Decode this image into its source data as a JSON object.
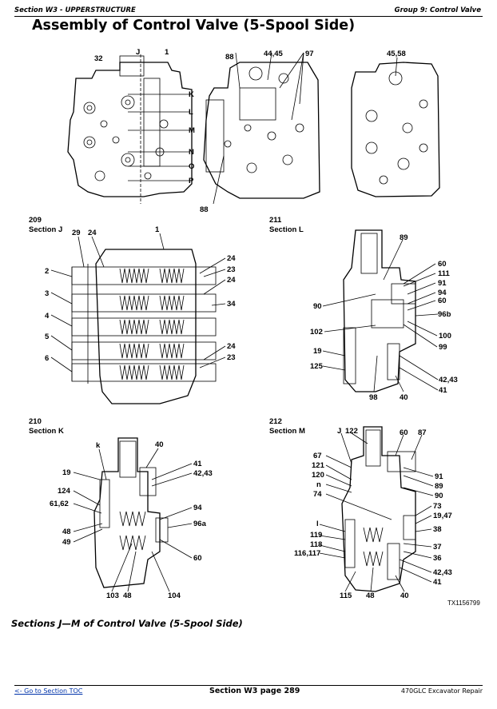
{
  "header": {
    "left": "Section W3 - UPPERSTRUCTURE",
    "right": "Group 9: Control Valve"
  },
  "title": "Assembly of Control Valve (5-Spool Side)",
  "figure": {
    "callouts": {
      "c32": "32",
      "cJ": "J",
      "c1": "1",
      "c88a": "88",
      "c4445": "44,45",
      "c97": "97",
      "c4558": "45,58",
      "cK": "K",
      "cL": "L",
      "cM": "M",
      "cN": "N",
      "cO": "O",
      "cP": "P",
      "c88b": "88",
      "s209": "209",
      "s211": "211",
      "s210": "210",
      "s212": "212"
    },
    "sections": {
      "j": "Section J",
      "l": "Section L",
      "k": "Section K",
      "m": "Section M"
    },
    "j_labels": [
      "29",
      "24",
      "1",
      "2",
      "3",
      "4",
      "5",
      "6",
      "24",
      "23",
      "24",
      "34",
      "24",
      "23"
    ],
    "l_labels": [
      "89",
      "60",
      "111",
      "91",
      "94",
      "60",
      "96b",
      "90",
      "102",
      "100",
      "99",
      "19",
      "125",
      "42,43",
      "41",
      "98",
      "40"
    ],
    "k_labels": [
      "k",
      "40",
      "19",
      "124",
      "61,62",
      "48",
      "49",
      "41",
      "42,43",
      "94",
      "96a",
      "60",
      "103",
      "48",
      "104"
    ],
    "m_labels": [
      "J",
      "122",
      "60",
      "87",
      "67",
      "121",
      "120",
      "n",
      "74",
      "91",
      "89",
      "90",
      "73",
      "19,47",
      "l",
      "119",
      "38",
      "118",
      "116,117",
      "37",
      "36",
      "42,43",
      "41",
      "115",
      "48",
      "40"
    ],
    "code": "TX1156799"
  },
  "caption": "Sections J—M of Control Valve (5-Spool Side)",
  "footer": {
    "left": "<- Go to Section TOC",
    "center": "Section W3 page 289",
    "right": "470GLC Excavator Repair"
  }
}
